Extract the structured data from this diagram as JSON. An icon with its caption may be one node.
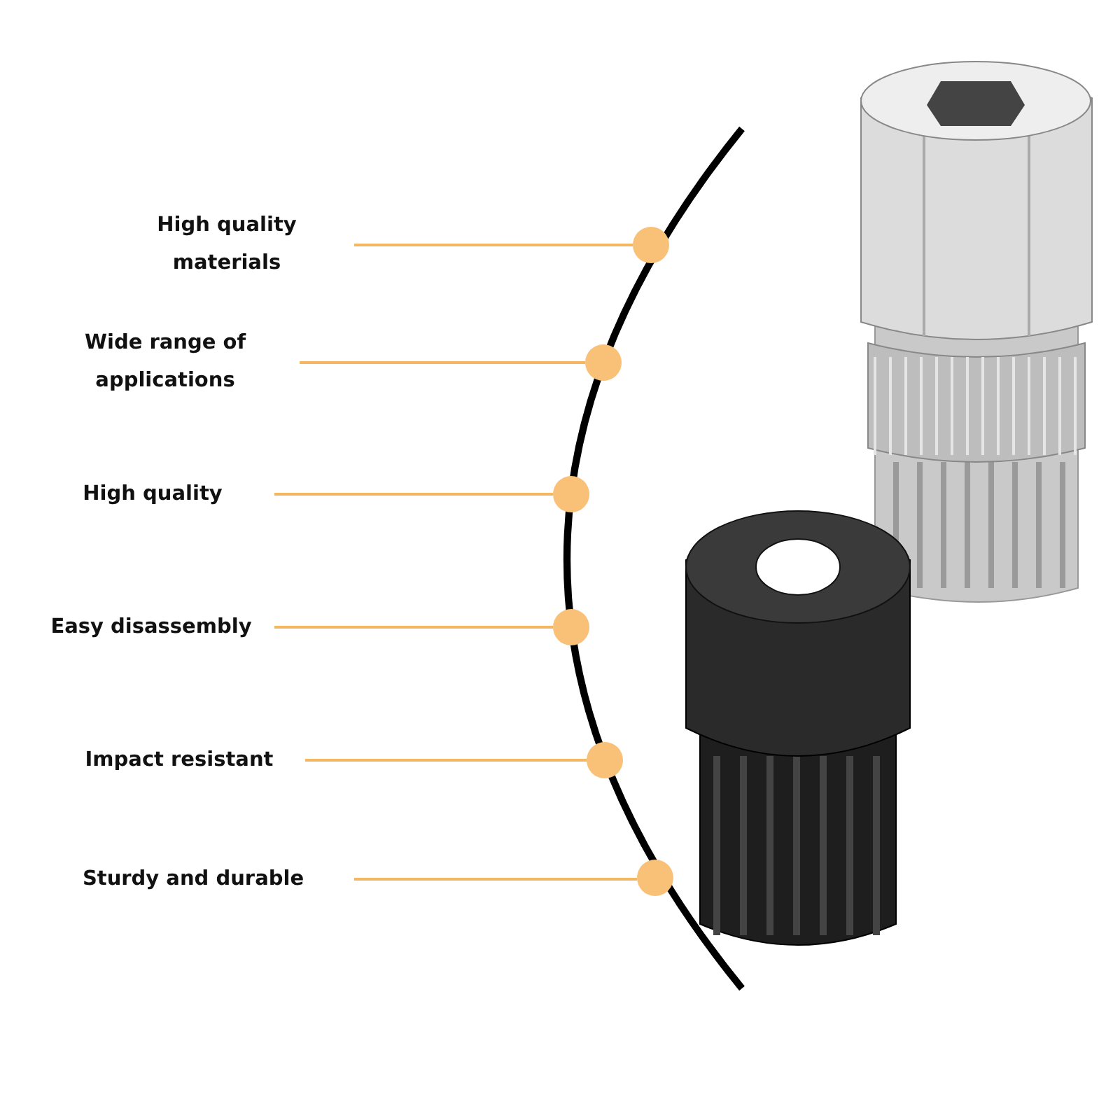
{
  "diagram": {
    "nodes": [
      {
        "text": [
          "High quality materials"
        ]
      },
      {
        "text": [
          "Wide range of applications"
        ]
      },
      {
        "text": [
          "High quality"
        ]
      },
      {
        "text": [
          "Easy disassembly"
        ]
      },
      {
        "text": [
          "Impact resistant"
        ]
      },
      {
        "text": [
          "Sturdy and durable"
        ]
      },
      {
        "text": [],
        "shape": "circle"
      },
      {
        "text": [],
        "shape": "circle"
      },
      {
        "text": [],
        "shape": "circle"
      },
      {
        "text": [],
        "shape": "circle"
      },
      {
        "text": [],
        "shape": "circle"
      },
      {
        "text": [],
        "shape": "circle"
      }
    ],
    "edges": [
      {
        "from": 0,
        "to": 6,
        "arrow": "none"
      },
      {
        "from": 1,
        "to": 7,
        "arrow": "none"
      },
      {
        "from": 2,
        "to": 8,
        "arrow": "none"
      },
      {
        "from": 3,
        "to": 9,
        "arrow": "none"
      },
      {
        "from": 4,
        "to": 10,
        "arrow": "none"
      },
      {
        "from": 5,
        "to": 11,
        "arrow": "none"
      }
    ]
  }
}
